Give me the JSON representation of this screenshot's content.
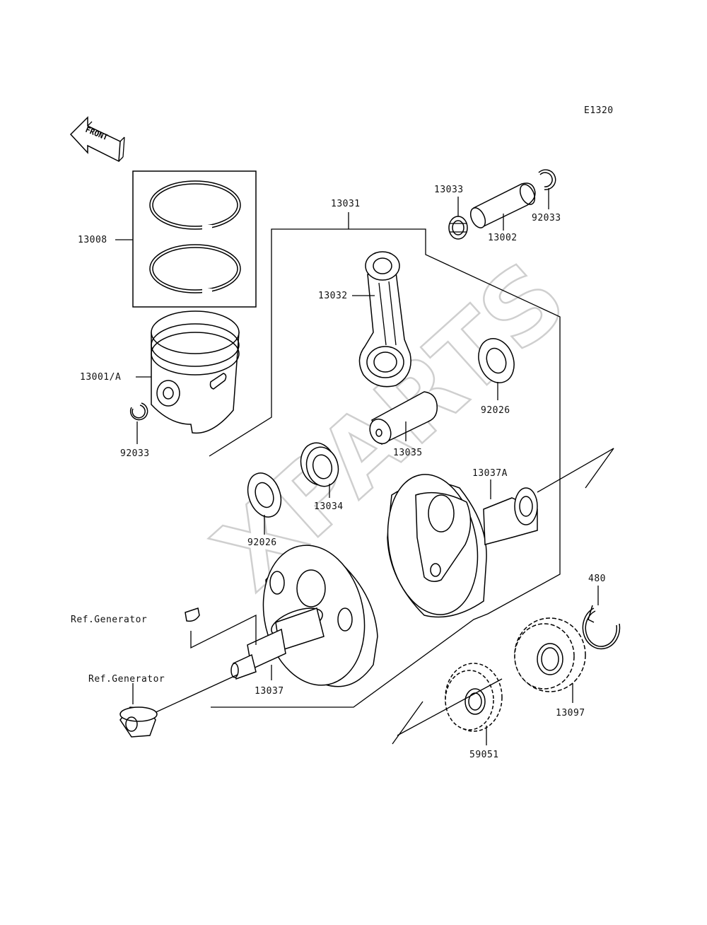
{
  "diagram_code": "E1320",
  "front_label": "FRONT",
  "watermark": "XPARTS",
  "labels": {
    "p13008": "13008",
    "p13031": "13031",
    "p13033": "13033",
    "p92033_top": "92033",
    "p13002": "13002",
    "p13032": "13032",
    "p13001a": "13001/A",
    "p92026_right": "92026",
    "p92033_left": "92033",
    "p13035": "13035",
    "p13037a": "13037A",
    "p13034": "13034",
    "p92026_left": "92026",
    "p480": "480",
    "ref_gen_1": "Ref.Generator",
    "ref_gen_2": "Ref.Generator",
    "p13037": "13037",
    "p13097": "13097",
    "p59051": "59051"
  }
}
